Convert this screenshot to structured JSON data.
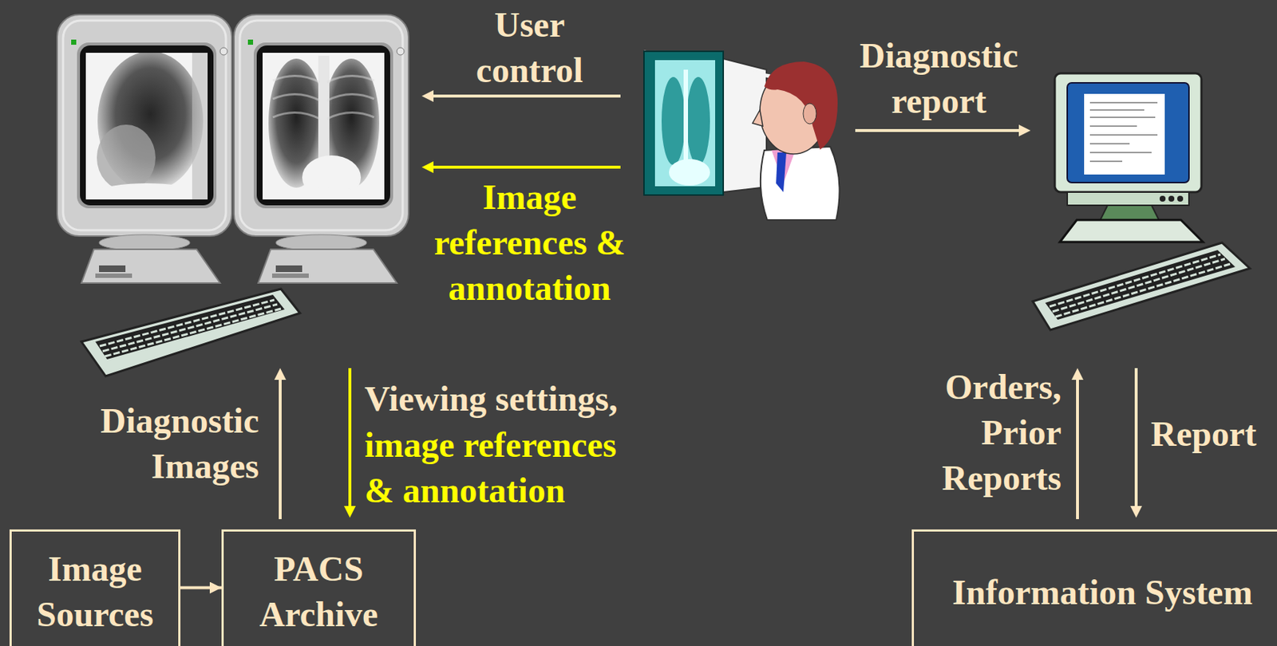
{
  "diagram": {
    "nodes": [
      {
        "text": [
          "Image Sources"
        ]
      },
      {
        "text": [
          "PACS Archive"
        ]
      },
      {
        "text": [
          "Information System"
        ]
      }
    ],
    "edges": [
      {
        "from": 0,
        "to": 1,
        "arrow": "to"
      }
    ],
    "labels": [
      "User control",
      "Image references & annotation",
      "Diagnostic report",
      "Diagnostic Images",
      "Viewing settings,",
      "image references & annotation",
      "Orders, Prior Reports",
      "Report"
    ]
  }
}
